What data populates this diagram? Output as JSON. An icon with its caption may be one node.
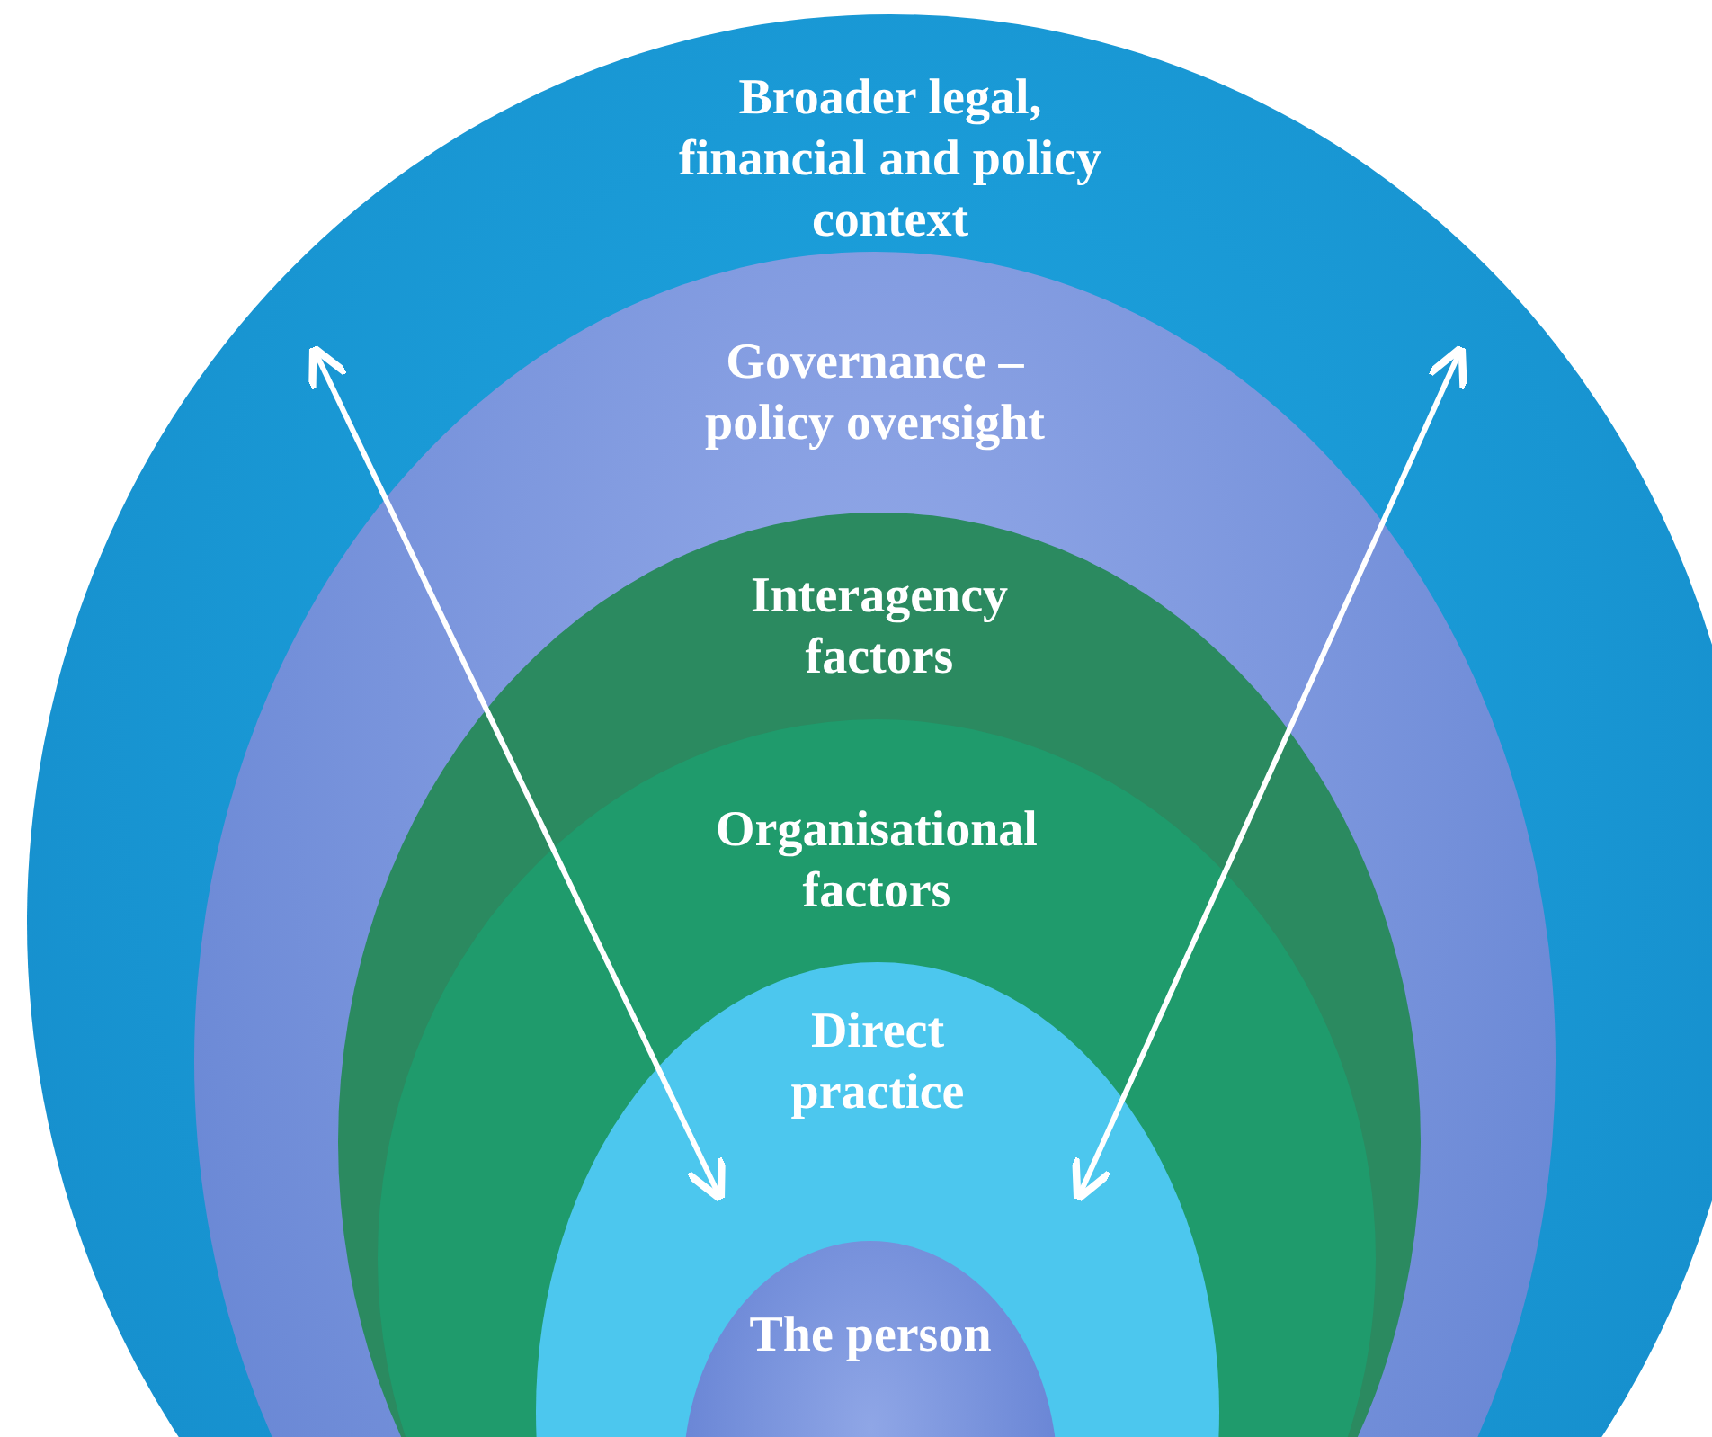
{
  "diagram": {
    "nodes": [
      {
        "text": [
          "Broader legal, financial and policy context"
        ]
      },
      {
        "text": [
          "Governance – policy oversight"
        ],
        "in": 0
      },
      {
        "text": [
          "Interagency factors"
        ],
        "in": 1
      },
      {
        "text": [
          "Organisational factors"
        ],
        "in": 2
      },
      {
        "text": [
          "Direct practice"
        ],
        "in": 3
      },
      {
        "text": [
          "The person"
        ],
        "in": 4
      }
    ]
  }
}
